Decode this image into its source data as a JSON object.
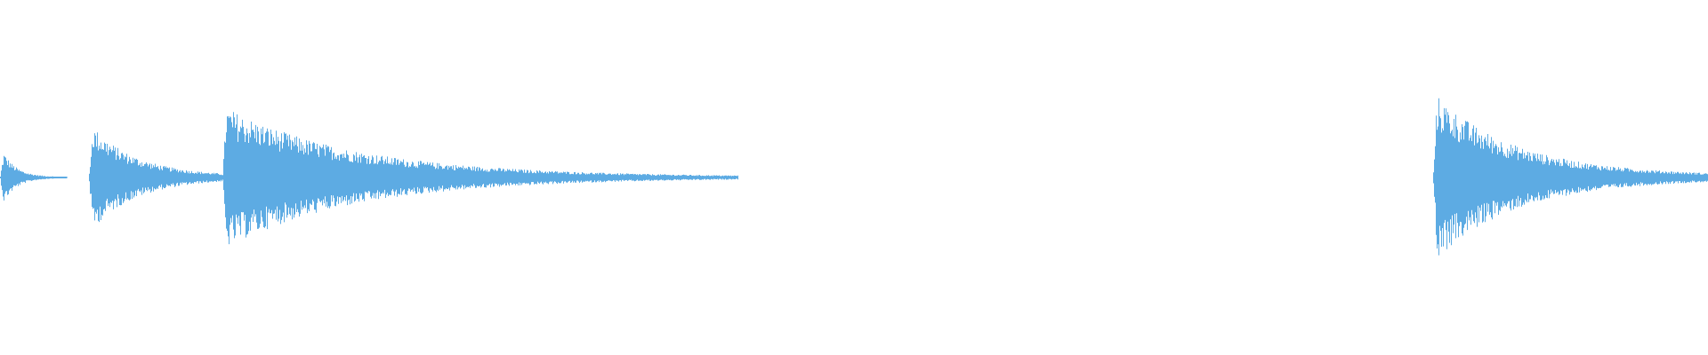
{
  "waveform": {
    "color": "#5DABE3",
    "background": "#ffffff",
    "duration_fraction_span": [
      0,
      1
    ],
    "segments": [
      {
        "name": "hit-1",
        "start": 0.0,
        "end": 0.039,
        "peak": 0.32,
        "decay": 5.0,
        "floor": 0.01
      },
      {
        "name": "hit-2",
        "start": 0.052,
        "end": 0.13,
        "peak": 0.52,
        "decay": 3.2,
        "floor": 0.05
      },
      {
        "name": "hit-3",
        "start": 0.13,
        "end": 0.432,
        "peak": 0.72,
        "decay": 4.0,
        "floor": 0.02
      },
      {
        "name": "hit-4",
        "start": 0.839,
        "end": 1.0,
        "peak": 0.82,
        "decay": 3.6,
        "floor": 0.06
      }
    ]
  }
}
